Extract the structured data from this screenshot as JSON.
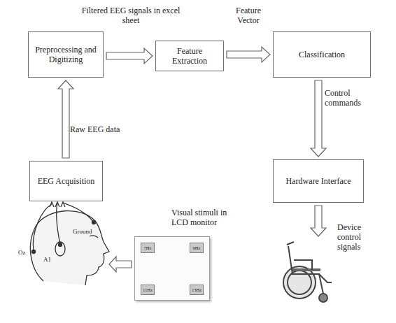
{
  "diagram": {
    "nodes": [
      {
        "text": [
          "Preprocessing and Digitizing"
        ]
      },
      {
        "text": [
          "Feature Extraction"
        ]
      },
      {
        "text": [
          "Classification"
        ]
      },
      {
        "text": [
          "EEG Acquisition"
        ]
      },
      {
        "text": [
          "Hardware Interface"
        ]
      },
      {
        "text": [
          "Visual stimuli in LCD monitor"
        ]
      },
      {
        "text": [
          "7Hz"
        ],
        "in": 5
      },
      {
        "text": [
          "9Hz"
        ],
        "in": 5
      },
      {
        "text": [
          "11Hz"
        ],
        "in": 5
      },
      {
        "text": [
          "13Hz"
        ],
        "in": 5
      }
    ],
    "edges": [
      {
        "from": 0,
        "to": 1,
        "arrow": "to",
        "label": "Filtered EEG signals in excel sheet"
      },
      {
        "from": 1,
        "to": 2,
        "arrow": "to",
        "label": "Feature Vector"
      },
      {
        "from": 2,
        "to": 4,
        "arrow": "to",
        "label": "Control commands"
      },
      {
        "from": 3,
        "to": 0,
        "arrow": "to",
        "label": "Raw EEG data"
      }
    ],
    "labels": [
      "Oz",
      "A1",
      "Ground",
      "Device control signals"
    ]
  }
}
